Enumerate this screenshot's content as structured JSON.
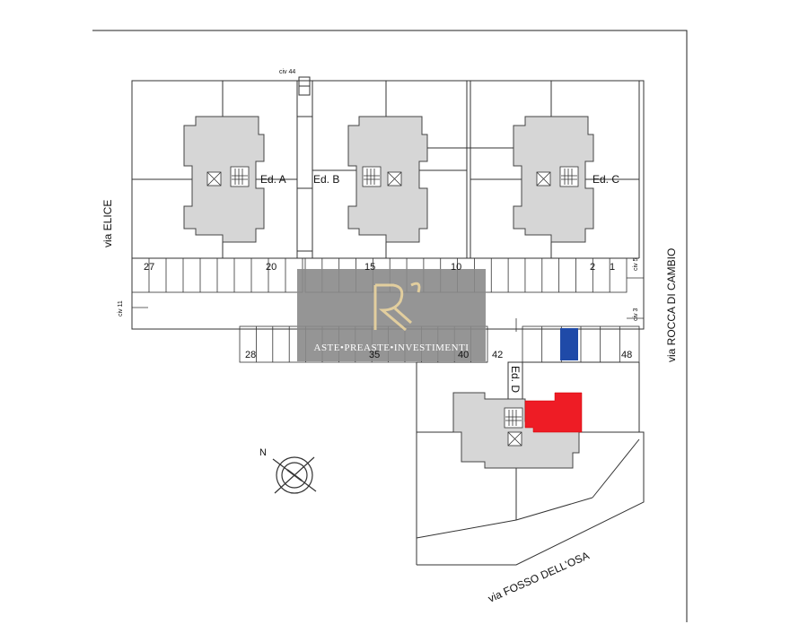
{
  "streets": {
    "elice": "via ELICE",
    "rocca": "via ROCCA DI CAMBIO",
    "fosso": "via FOSSO DELL'OSA"
  },
  "buildings": {
    "a": "Ed. A",
    "b": "Ed. B",
    "c": "Ed. C",
    "d": "Ed. D"
  },
  "civics": {
    "c44": "civ 44",
    "c11": "civ 11",
    "c5": "civ 5",
    "c3": "civ 3"
  },
  "parking_numbers": {
    "n27": "27",
    "n20": "20",
    "n15": "15",
    "n10": "10",
    "n2": "2",
    "n1": "1",
    "n28": "28",
    "n35": "35",
    "n40": "40",
    "n42": "42",
    "n48": "48"
  },
  "compass": {
    "north": "N"
  },
  "watermark": {
    "text": "ASTE•PREASTE•INVESTIMENTI"
  },
  "colors": {
    "highlight_red": "#ee1c25",
    "highlight_blue": "#1f4aa8",
    "building_fill": "#d6d6d6",
    "watermark_bg": "#8a8a8a"
  }
}
